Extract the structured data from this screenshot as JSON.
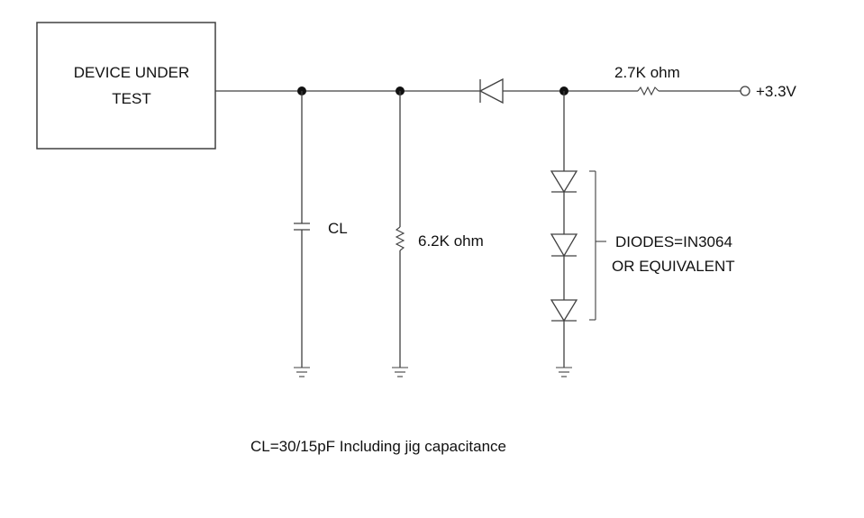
{
  "device": {
    "line1": "DEVICE UNDER",
    "line2": "TEST"
  },
  "labels": {
    "r_pullup": "2.7K ohm",
    "supply": "+3.3V",
    "capacitor": "CL",
    "r_load": "6.2K ohm",
    "diodes_line1": "DIODES=IN3064",
    "diodes_line2": "OR EQUIVALENT"
  },
  "note": "CL=30/15pF Including jig capacitance"
}
